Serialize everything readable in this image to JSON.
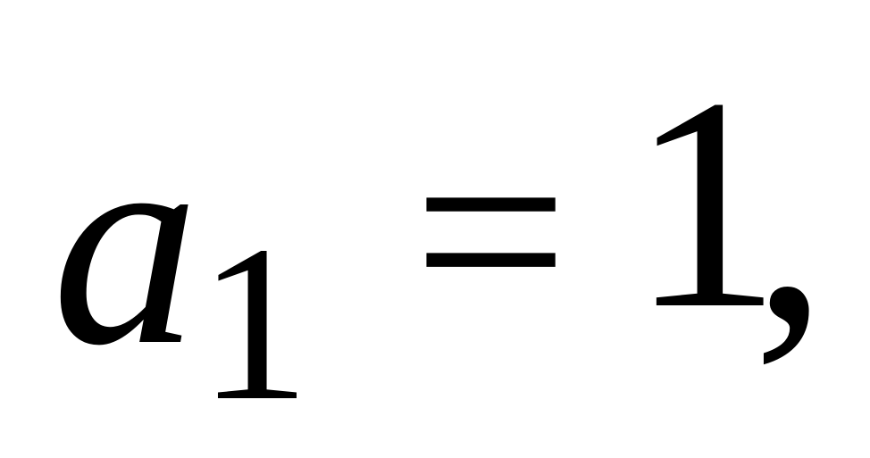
{
  "equation": {
    "variable": "a",
    "subscript": "1",
    "operator": "=",
    "value": "1",
    "punctuation": ","
  },
  "colors": {
    "background": "#ffffff",
    "text": "#000000"
  }
}
